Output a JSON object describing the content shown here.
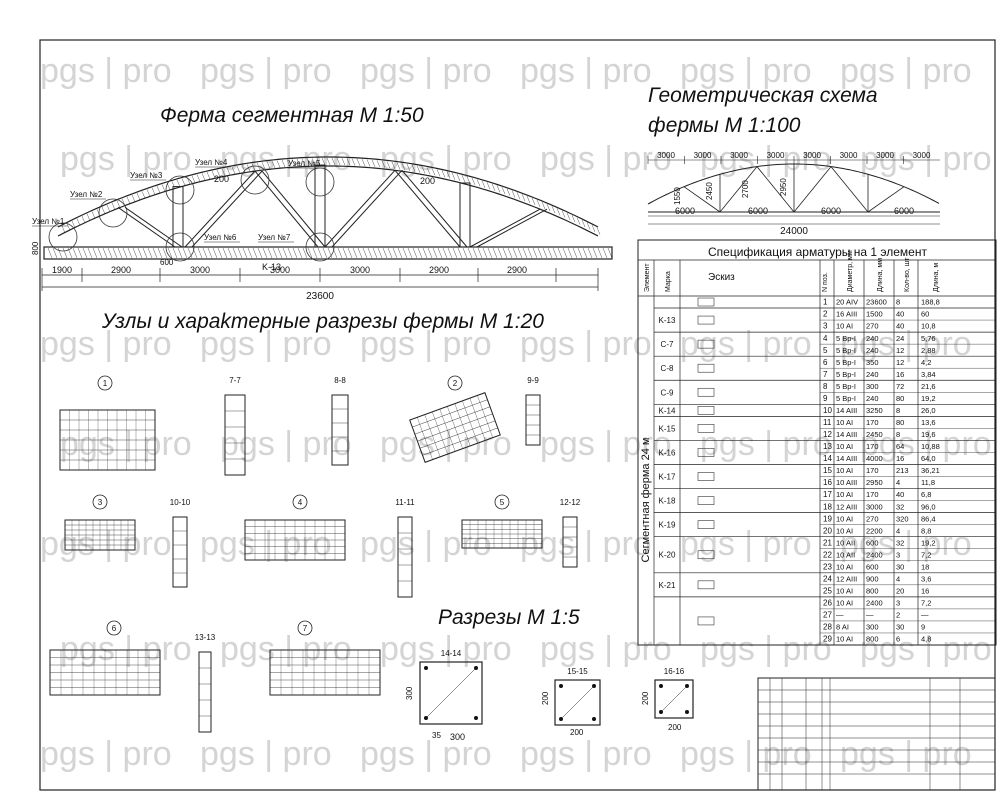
{
  "titles": {
    "truss": "Ферма сегментная М 1:50",
    "geometry_line1": "Геометрическая схема",
    "geometry_line2": "фермы М 1:100",
    "nodes": "Узлы и хараkтерные разрезы фермы М 1:20",
    "sections": "Разрезы  М 1:5"
  },
  "watermark": "pgs | pro",
  "truss": {
    "nodes": [
      "Узел №1",
      "Узел №2",
      "Узел №3",
      "Узел №4",
      "Узел №5",
      "Узел №6",
      "Узел №7"
    ],
    "bottom_dims": [
      "1900",
      "2900",
      "3000",
      "3000",
      "3000",
      "2900",
      "2900"
    ],
    "total": "23600",
    "marks": [
      "200",
      "600",
      "200",
      "800",
      "K-13"
    ]
  },
  "geometry": {
    "top_dims": [
      "3000",
      "3000",
      "3000",
      "3000",
      "3000",
      "3000",
      "3000",
      "3000"
    ],
    "heights": [
      "1550",
      "2450",
      "2700",
      "2950"
    ],
    "bottom_dims": [
      "6000",
      "6000",
      "6000",
      "6000"
    ],
    "total": "24000"
  },
  "spec": {
    "title": "Спецификация арматуры на  1 элемент",
    "headers": [
      "Элемент",
      "Марка",
      "Эскиз",
      "N поз.",
      "Диаметр, мм",
      "Длина, мм",
      "Кол-во, шт",
      "Длина, м"
    ],
    "element_label": "Сегментная ферма 24 м",
    "groups": [
      {
        "mark": "",
        "rows": [
          [
            "1",
            "20  AIV",
            "23600",
            "8",
            "188,8"
          ]
        ]
      },
      {
        "mark": "K-13",
        "rows": [
          [
            "2",
            "16  AIII",
            "1500",
            "40",
            "60"
          ],
          [
            "3",
            "10  AI",
            "270",
            "40",
            "10,8"
          ]
        ]
      },
      {
        "mark": "C-7",
        "rows": [
          [
            "4",
            "5 Bp-I",
            "240",
            "24",
            "5,76"
          ],
          [
            "5",
            "5 Bp-I",
            "240",
            "12",
            "2,88"
          ]
        ]
      },
      {
        "mark": "C-8",
        "rows": [
          [
            "6",
            "5 Bp-I",
            "350",
            "12",
            "4,2"
          ],
          [
            "7",
            "5 Bp-I",
            "240",
            "16",
            "3,84"
          ]
        ]
      },
      {
        "mark": "C-9",
        "rows": [
          [
            "8",
            "5 Bp-I",
            "300",
            "72",
            "21,6"
          ],
          [
            "9",
            "5 Bp-I",
            "240",
            "80",
            "19,2"
          ]
        ]
      },
      {
        "mark": "K-14",
        "rows": [
          [
            "10",
            "14  AIII",
            "3250",
            "8",
            "26,0"
          ]
        ]
      },
      {
        "mark": "K-15",
        "rows": [
          [
            "11",
            "10  AI",
            "170",
            "80",
            "13,6"
          ],
          [
            "12",
            "14  AIII",
            "2450",
            "8",
            "19,6"
          ]
        ]
      },
      {
        "mark": "K-16",
        "rows": [
          [
            "13",
            "10  AI",
            "170",
            "64",
            "10,88"
          ],
          [
            "14",
            "14  AIII",
            "4000",
            "16",
            "64,0"
          ]
        ]
      },
      {
        "mark": "K-17",
        "rows": [
          [
            "15",
            "10  AI",
            "170",
            "213",
            "36,21"
          ],
          [
            "16",
            "10  AIII",
            "2950",
            "4",
            "11,8"
          ]
        ]
      },
      {
        "mark": "K-18",
        "rows": [
          [
            "17",
            "10  AI",
            "170",
            "40",
            "6,8"
          ],
          [
            "18",
            "12  AIII",
            "3000",
            "32",
            "96,0"
          ]
        ]
      },
      {
        "mark": "K-19",
        "rows": [
          [
            "19",
            "10  AI",
            "270",
            "320",
            "86,4"
          ],
          [
            "20",
            "10  AI",
            "2200",
            "4",
            "8,8"
          ]
        ]
      },
      {
        "mark": "K-20",
        "rows": [
          [
            "21",
            "10  AII",
            "600",
            "32",
            "19,2"
          ],
          [
            "22",
            "10  AII",
            "2400",
            "3",
            "7,2"
          ],
          [
            "23",
            "10  AI",
            "600",
            "30",
            "18"
          ]
        ]
      },
      {
        "mark": "K-21",
        "rows": [
          [
            "24",
            "12  AIII",
            "900",
            "4",
            "3,6"
          ],
          [
            "25",
            "10  AI",
            "800",
            "20",
            "16"
          ]
        ]
      },
      {
        "mark": "",
        "rows": [
          [
            "26",
            "10  AI",
            "2400",
            "3",
            "7,2"
          ],
          [
            "27",
            "—",
            "—",
            "2",
            "—"
          ],
          [
            "28",
            "8  AI",
            "300",
            "30",
            "9"
          ],
          [
            "29",
            "10  AI",
            "800",
            "6",
            "4,8"
          ]
        ]
      }
    ]
  },
  "details": {
    "node_labels": [
      "1",
      "2",
      "3",
      "4",
      "5",
      "6",
      "7"
    ],
    "section_labels": [
      "7-7",
      "8-8",
      "9-9",
      "10-10",
      "11-11",
      "12-12",
      "13-13",
      "14-14",
      "15-15",
      "16-16"
    ],
    "dims_14": [
      "300",
      "35",
      "300"
    ],
    "dims_15": [
      "200",
      "200"
    ],
    "dims_16": [
      "200",
      "200"
    ]
  }
}
